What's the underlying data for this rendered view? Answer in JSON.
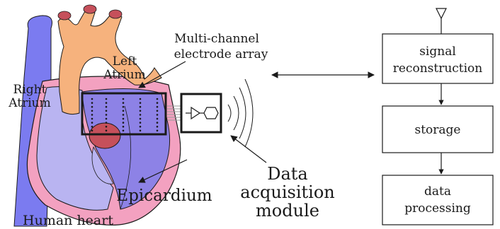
{
  "labels": {
    "left_atrium_1": "Left",
    "left_atrium_2": "Atrium",
    "right_atrium_1": "Right",
    "right_atrium_2": "Atrium",
    "electrode_array_1": "Multi-channel",
    "electrode_array_2": "electrode array",
    "daq_1": "Data",
    "daq_2": "acquisition",
    "daq_3": "module",
    "epicardium": "Epicardium",
    "human_heart": "Human heart"
  },
  "pipeline": {
    "box1_line1": "signal",
    "box1_line2": "reconstruction",
    "box2_line1": "storage",
    "box3_line1": "data",
    "box3_line2": "processing"
  },
  "colors": {
    "vena_cava": "#7b7bf0",
    "aorta": "#f6b27d",
    "aortic_branch": "#c6505b",
    "pericardium": "#f3a1c0",
    "right_atrium": "#b9b4f1",
    "ventricle": "#8d82e6",
    "left_atrium_bump": "#c6505b",
    "stroke": "#1a1a1a"
  }
}
